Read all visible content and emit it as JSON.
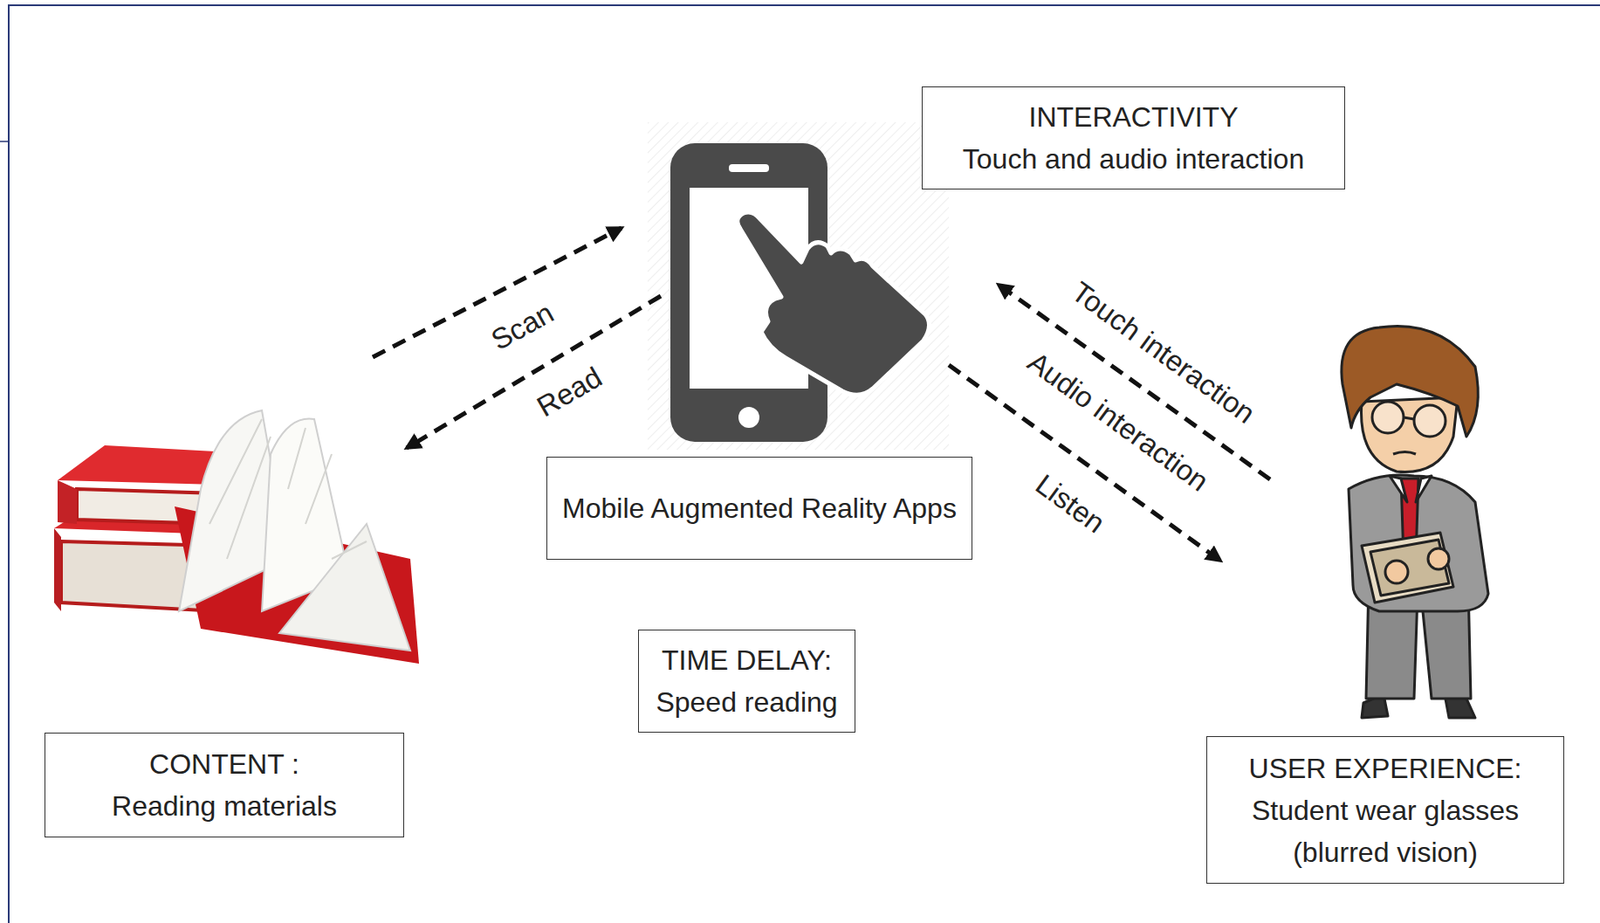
{
  "diagram": {
    "nodes": [
      {
        "text": [
          "INTERACTIVITY",
          "Touch and audio interaction"
        ]
      },
      {
        "text": [
          "Mobile Augmented Reality Apps"
        ]
      },
      {
        "text": [
          "TIME DELAY:",
          "Speed reading"
        ]
      },
      {
        "text": [
          "CONTENT :",
          "Reading materials"
        ]
      },
      {
        "text": [
          "USER EXPERIENCE:",
          "Student wear glasses (blurred vision)"
        ]
      }
    ],
    "labels": [
      "Scan",
      "Read",
      "Touch interaction",
      "Audio interaction",
      "Listen"
    ]
  }
}
